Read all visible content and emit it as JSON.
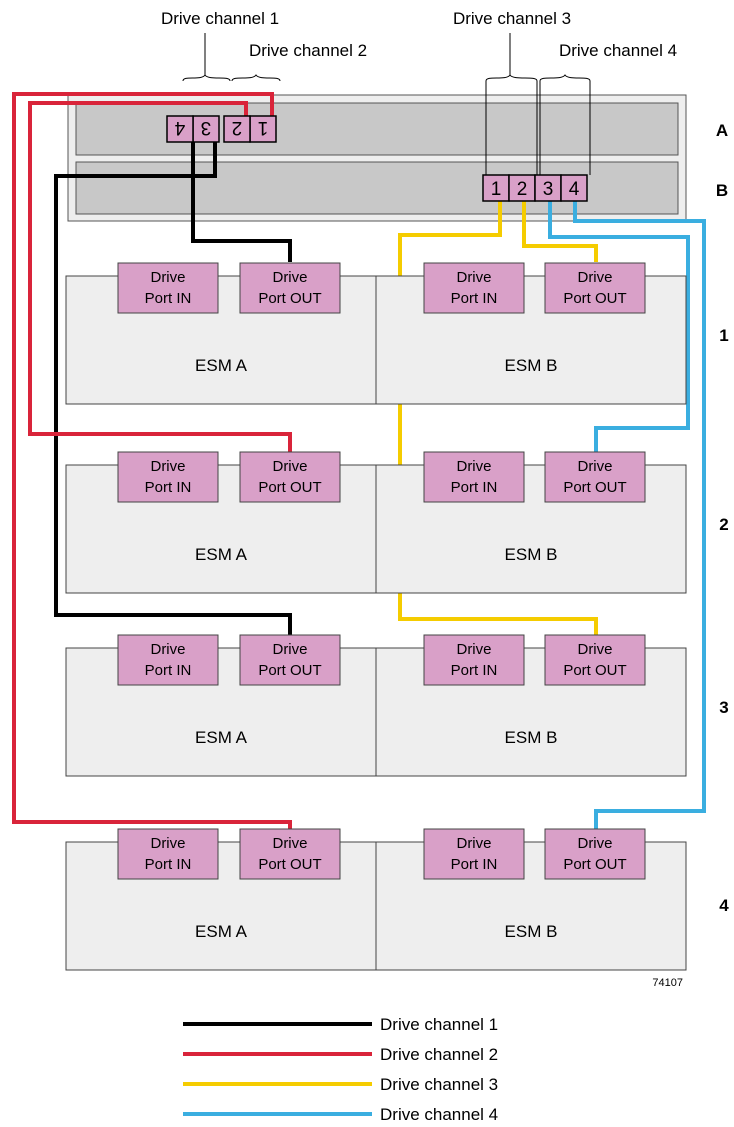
{
  "header": {
    "brace_labels": [
      "Drive channel 1",
      "Drive channel 2",
      "Drive channel 3",
      "Drive channel 4"
    ]
  },
  "controller": {
    "row_labels": [
      "A",
      "B"
    ],
    "ports_a": [
      "1",
      "2",
      "3",
      "4"
    ],
    "ports_b": [
      "1",
      "2",
      "3",
      "4"
    ]
  },
  "trays": [
    {
      "label": "1",
      "esm_a": "ESM A",
      "esm_b": "ESM B"
    },
    {
      "label": "2",
      "esm_a": "ESM A",
      "esm_b": "ESM B"
    },
    {
      "label": "3",
      "esm_a": "ESM A",
      "esm_b": "ESM B"
    },
    {
      "label": "4",
      "esm_a": "ESM A",
      "esm_b": "ESM B"
    }
  ],
  "port": {
    "drive": "Drive",
    "in": "Port IN",
    "out": "Port OUT"
  },
  "figure_id": "74107",
  "legend": [
    {
      "label": "Drive channel 1",
      "color": "#000000"
    },
    {
      "label": "Drive channel 2",
      "color": "#d9243a"
    },
    {
      "label": "Drive channel 3",
      "color": "#f5cc00"
    },
    {
      "label": "Drive channel 4",
      "color": "#3aaee0"
    }
  ],
  "colors": {
    "port_fill": "#d9a0c8",
    "tray_fill": "#eeeeee",
    "controller_row_fill": "#c8c8c8",
    "controller_fill": "#eeeeee"
  }
}
